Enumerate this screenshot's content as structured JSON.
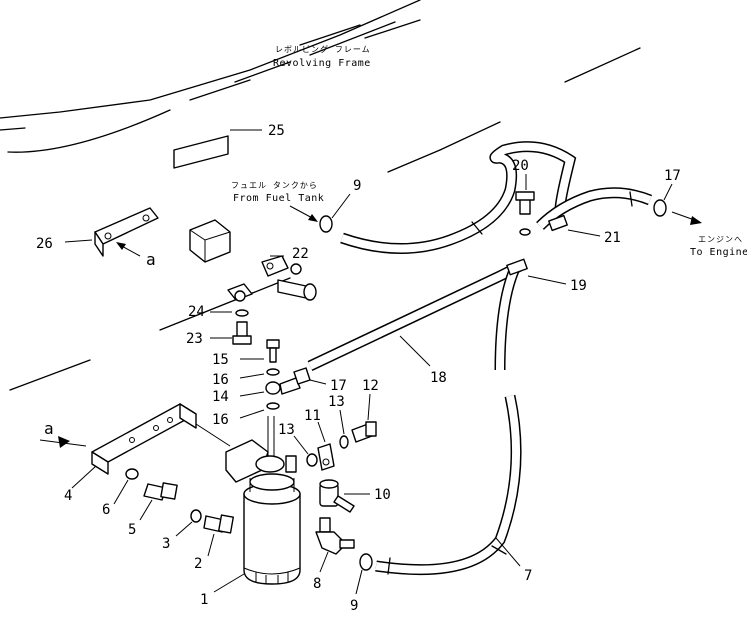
{
  "labels": {
    "revolving_frame_jp": "レボルビング フレーム",
    "revolving_frame_en": "Revolving Frame",
    "from_fuel_tank_jp": "フュエル タンクから",
    "from_fuel_tank_en": "From Fuel Tank",
    "to_engine_jp": "エンジンへ",
    "to_engine_en": "To Engine",
    "ref_a_top": "a",
    "ref_a_left": "a"
  },
  "callouts": {
    "p1": "1",
    "p2": "2",
    "p3": "3",
    "p4": "4",
    "p5": "5",
    "p6": "6",
    "p7": "7",
    "p8": "8",
    "p9a": "9",
    "p9b": "9",
    "p10": "10",
    "p11": "11",
    "p12": "12",
    "p13a": "13",
    "p13b": "13",
    "p14": "14",
    "p15": "15",
    "p16a": "16",
    "p16b": "16",
    "p17a": "17",
    "p17b": "17",
    "p18": "18",
    "p19": "19",
    "p20": "20",
    "p21": "21",
    "p22": "22",
    "p23": "23",
    "p24": "24",
    "p25": "25",
    "p26": "26"
  }
}
